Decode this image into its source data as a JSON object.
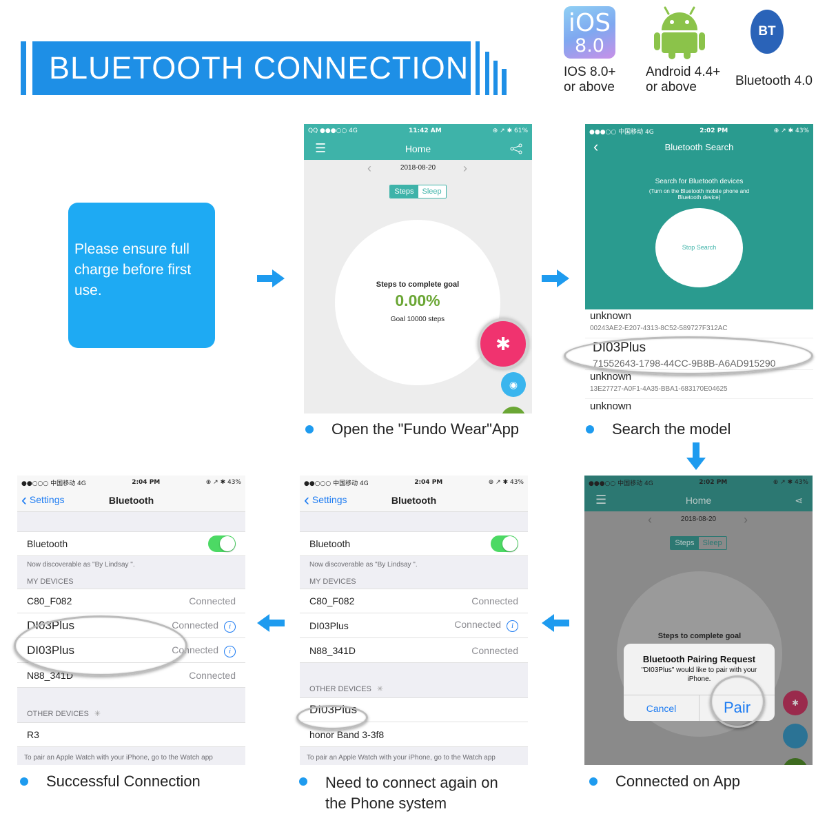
{
  "header": {
    "title": "BLUETOOTH CONNECTION"
  },
  "requirements": [
    {
      "badge": "iOS\n8.0",
      "line1": "IOS 8.0+",
      "line2": "or above"
    },
    {
      "line1": "Android 4.4+",
      "line2": "or above"
    },
    {
      "badge": "BT",
      "line1": "Bluetooth 4.0"
    }
  ],
  "note": "Please ensure full charge before first use.",
  "phone1": {
    "status_left": "QQ ●●●○○ 4G",
    "status_time": "11:42 AM",
    "status_right": "⊕ ↗ ✱ 61%",
    "title": "Home",
    "date": "2018-08-20",
    "tab_steps": "Steps",
    "tab_sleep": "Sleep",
    "goal_label": "Steps to complete goal",
    "percent": "0.00%",
    "goal_text": "Goal 10000 steps",
    "caption": "Open the \"Fundo Wear\"App"
  },
  "phone2": {
    "status_left": "●●●○○ 中国移动 4G",
    "status_time": "2:02 PM",
    "status_right": "⊕ ↗ ✱ 43%",
    "title": "Bluetooth Search",
    "search_title": "Search for Bluetooth devices",
    "search_sub": "(Turn on the Bluetooth mobile phone and Bluetooth device)",
    "stop_button": "Stop Search",
    "devices": [
      {
        "name": "unknown",
        "id": "00243AE2-E207-4313-8C52-589727F312AC"
      },
      {
        "name": "DI03Plus",
        "id": "71552643-1798-44CC-9B8B-A6AD915290"
      },
      {
        "name": "unknown",
        "id": "13E27727-A0F1-4A35-BBA1-683170E04625"
      },
      {
        "name": "unknown",
        "id": ""
      }
    ],
    "caption": "Search the model"
  },
  "phone3": {
    "status_left": "●●●○○ 中国移动 4G",
    "status_time": "2:02 PM",
    "status_right": "⊕ ↗ ✱ 43%",
    "title": "Home",
    "date": "2018-08-20",
    "tab_steps": "Steps",
    "tab_sleep": "Sleep",
    "goal_label": "Steps to complete goal",
    "dialog_title": "Bluetooth Pairing Request",
    "dialog_text": "\"DI03Plus\" would like to pair with your iPhone.",
    "cancel": "Cancel",
    "pair": "Pair",
    "caption": "Connected on App"
  },
  "phone4": {
    "status_left": "●●○○○ 中国移动 4G",
    "status_time": "2:04 PM",
    "status_right": "⊕ ↗ ✱ 43%",
    "back": "Settings",
    "title": "Bluetooth",
    "bt_label": "Bluetooth",
    "discoverable": "Now discoverable as \"By Lindsay \".",
    "my_devices": "MY DEVICES",
    "devices": [
      {
        "name": "C80_F082",
        "status": "Connected"
      },
      {
        "name": "DI03Plus",
        "status": "Connected"
      },
      {
        "name": "N88_341D",
        "status": "Connected"
      }
    ],
    "other_devices": "OTHER DEVICES",
    "others": [
      "DI03Plus",
      "honor Band 3-3f8"
    ],
    "footer": "To pair an Apple Watch with your iPhone, go to the Watch app",
    "caption_line1": "Need to connect again on",
    "caption_line2": "the Phone system"
  },
  "phone5": {
    "status_left": "●●○○○ 中国移动 4G",
    "status_time": "2:04 PM",
    "status_right": "⊕ ↗ ✱ 43%",
    "back": "Settings",
    "title": "Bluetooth",
    "bt_label": "Bluetooth",
    "discoverable": "Now discoverable as \"By Lindsay \".",
    "my_devices": "MY DEVICES",
    "devices": [
      {
        "name": "C80_F082",
        "status": "Connected"
      },
      {
        "name": "DI03Plus",
        "status": "Connected"
      },
      {
        "name": "DI03Plus",
        "status": "Connected"
      },
      {
        "name": "N88_341D",
        "status": "Connected"
      }
    ],
    "other_devices": "OTHER DEVICES",
    "others": [
      "R3"
    ],
    "footer": "To pair an Apple Watch with your iPhone, go to the Watch app",
    "caption": "Successful Connection"
  },
  "colors": {
    "brand_blue": "#1e8fe6",
    "app_teal": "#3eb3a9",
    "pink": "#f0336f",
    "percent_green": "#6aa634",
    "ios_blue": "#1e7cf2"
  }
}
